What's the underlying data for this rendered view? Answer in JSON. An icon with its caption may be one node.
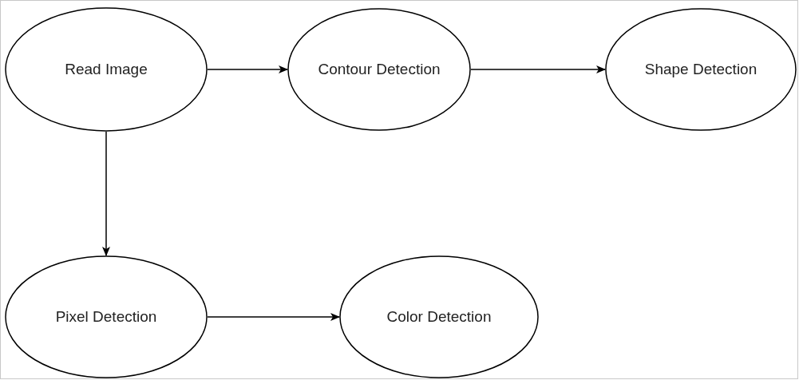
{
  "diagram": {
    "nodes": [
      {
        "text": [
          "Read Image"
        ]
      },
      {
        "text": [
          "Contour Detection"
        ]
      },
      {
        "text": [
          "Shape Detection"
        ]
      },
      {
        "text": [
          "Pixel Detection"
        ]
      },
      {
        "text": [
          "Color Detection"
        ]
      }
    ],
    "edges": [
      {
        "from": 0,
        "to": 1,
        "arrow": "to"
      },
      {
        "from": 1,
        "to": 2,
        "arrow": "to"
      },
      {
        "from": 0,
        "to": 3,
        "arrow": "to"
      },
      {
        "from": 3,
        "to": 4,
        "arrow": "to"
      }
    ]
  }
}
